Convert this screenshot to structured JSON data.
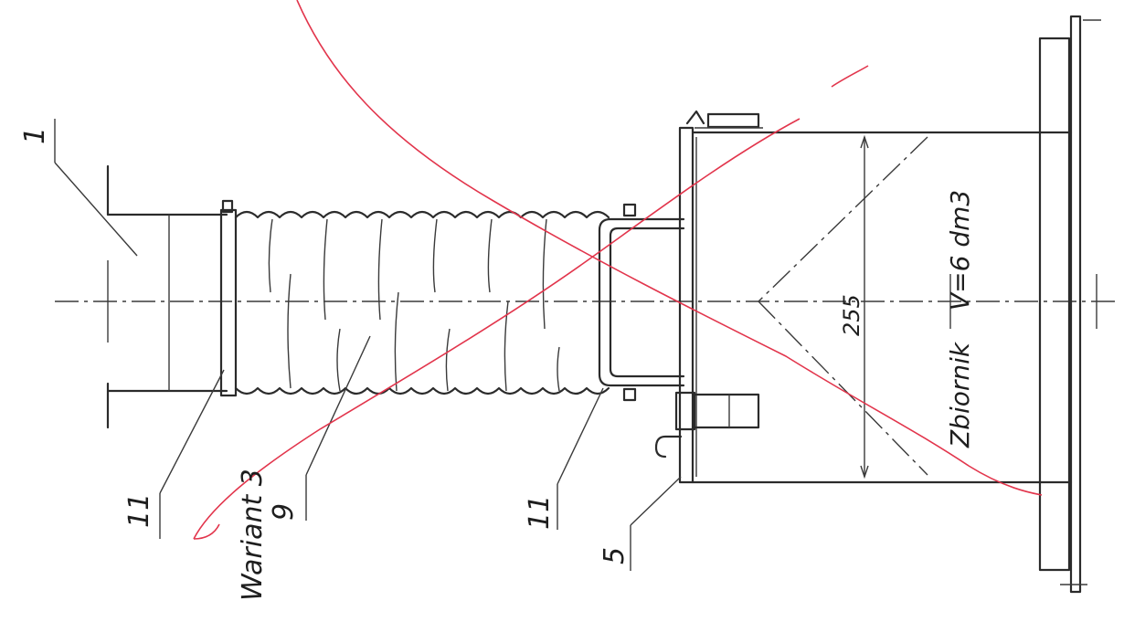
{
  "drawing": {
    "labels": {
      "part_1": "1",
      "part_11_left": "11",
      "part_11_right": "11",
      "part_9": "9",
      "part_5": "5",
      "variant": "Wariant 3",
      "tank_name": "Zbiornik",
      "tank_volume": "V=6  dm3",
      "dimension_255": "255"
    },
    "colors": {
      "ink": "#2b2b2b",
      "red_annotation": "#e2354c",
      "paper": "#ffffff"
    }
  }
}
